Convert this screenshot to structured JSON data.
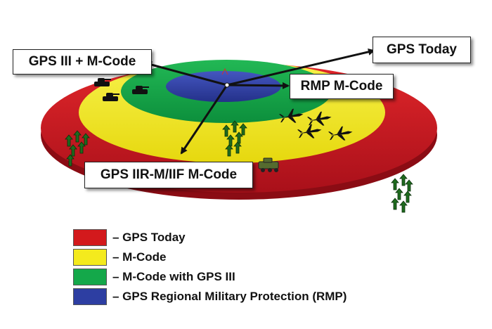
{
  "colors": {
    "gps_today": "#d3191c",
    "m_code": "#f4ea1d",
    "m_code_gps3": "#14a84a",
    "rmp": "#2d3ea2",
    "arrow": "#111111",
    "soldier": "#1e6b1e"
  },
  "callouts": {
    "gps3_mcode": "GPS III + M-Code",
    "gps_today": "GPS Today",
    "rmp_mcode": "RMP M-Code",
    "gps_iirm": "GPS IIR-M/IIF M-Code"
  },
  "legend": [
    {
      "color": "#d3191c",
      "text": "– GPS Today"
    },
    {
      "color": "#f4ea1d",
      "text": "– M-Code"
    },
    {
      "color": "#14a84a",
      "text": "– M-Code with GPS III"
    },
    {
      "color": "#2d3ea2",
      "text": "– GPS Regional Military Protection (RMP)"
    }
  ],
  "icons": {
    "tank": "tank-icon",
    "jet": "fighter-jet-icon",
    "soldier": "soldier-icon",
    "vehicle": "armored-vehicle-icon"
  }
}
